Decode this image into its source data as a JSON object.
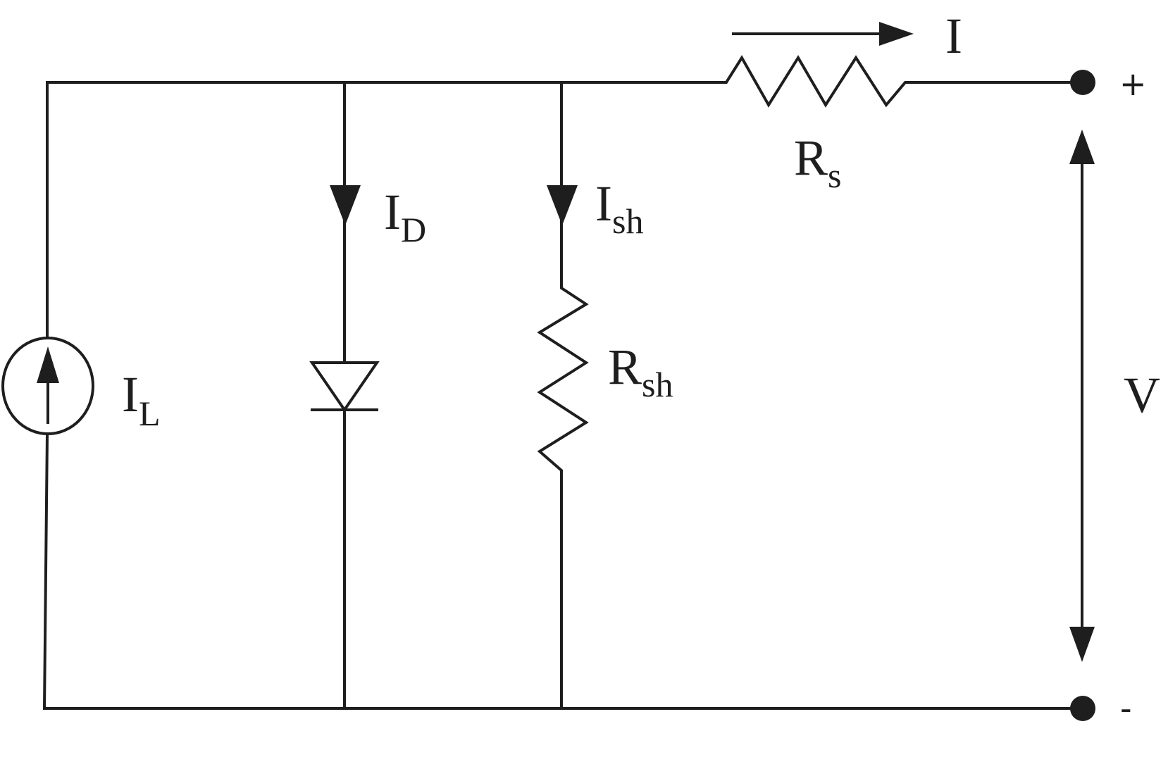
{
  "labels": {
    "il_main": "I",
    "il_sub": "L",
    "id_main": "I",
    "id_sub": "D",
    "ish_main": "I",
    "ish_sub": "sh",
    "rsh_main": "R",
    "rsh_sub": "sh",
    "rs_main": "R",
    "rs_sub": "s",
    "i_main": "I",
    "v_main": "V",
    "plus": "+",
    "minus": "-"
  },
  "colors": {
    "ink": "#1e1e1e",
    "background": "#ffffff"
  }
}
